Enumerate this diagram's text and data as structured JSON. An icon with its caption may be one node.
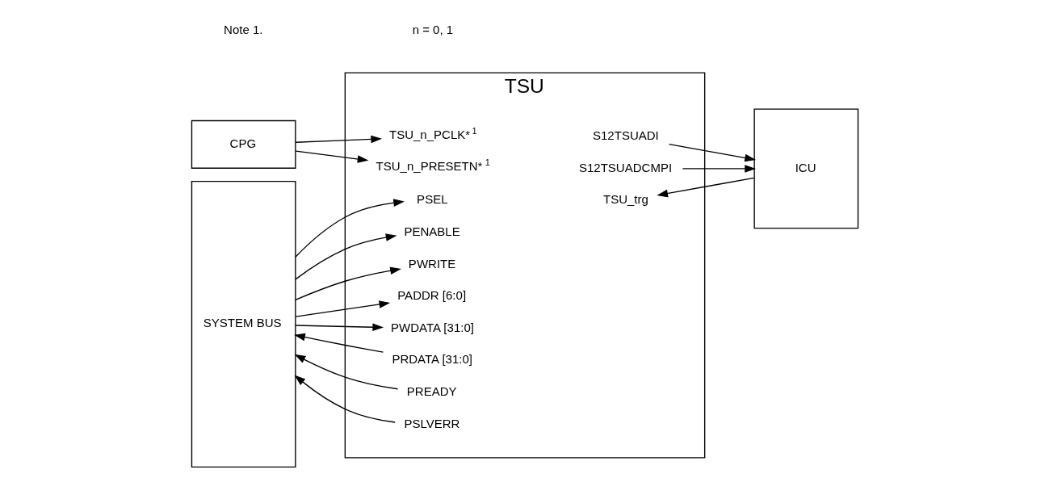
{
  "diagram": {
    "nodes": [
      {
        "text": [
          "TSU"
        ]
      },
      {
        "text": [
          "CPG"
        ]
      },
      {
        "text": [
          "SYSTEM BUS"
        ]
      },
      {
        "text": [
          "ICU"
        ]
      },
      {
        "text": [
          "TSU_n_PCLK*$^{1}$"
        ],
        "in": 0
      },
      {
        "text": [
          "TSU_n_PRESETN*$^{1}$"
        ],
        "in": 0
      },
      {
        "text": [
          "PSEL"
        ],
        "in": 0
      },
      {
        "text": [
          "PENABLE"
        ],
        "in": 0
      },
      {
        "text": [
          "PWRITE"
        ],
        "in": 0
      },
      {
        "text": [
          "PADDR [6:0]"
        ],
        "in": 0
      },
      {
        "text": [
          "PWDATA [31:0]"
        ],
        "in": 0
      },
      {
        "text": [
          "PRDATA [31:0]"
        ],
        "in": 0
      },
      {
        "text": [
          "PREADY"
        ],
        "in": 0
      },
      {
        "text": [
          "PSLVERR"
        ],
        "in": 0
      },
      {
        "text": [
          "S12TSUADI"
        ],
        "in": 0
      },
      {
        "text": [
          "S12TSUADCMPI"
        ],
        "in": 0
      },
      {
        "text": [
          "TSU_trg"
        ],
        "in": 0
      }
    ],
    "edges": [
      {
        "from": 1,
        "to": 4,
        "arrow": "to"
      },
      {
        "from": 1,
        "to": 5,
        "arrow": "to"
      },
      {
        "from": 2,
        "to": 6,
        "arrow": "to"
      },
      {
        "from": 2,
        "to": 7,
        "arrow": "to"
      },
      {
        "from": 2,
        "to": 8,
        "arrow": "to"
      },
      {
        "from": 2,
        "to": 9,
        "arrow": "to"
      },
      {
        "from": 2,
        "to": 10,
        "arrow": "to"
      },
      {
        "from": 11,
        "to": 2,
        "arrow": "to"
      },
      {
        "from": 12,
        "to": 2,
        "arrow": "to"
      },
      {
        "from": 13,
        "to": 2,
        "arrow": "to"
      },
      {
        "from": 14,
        "to": 3,
        "arrow": "to"
      },
      {
        "from": 15,
        "to": 3,
        "arrow": "to"
      },
      {
        "from": 3,
        "to": 16,
        "arrow": "to"
      }
    ],
    "labels": [
      "Note 1.",
      "n = 0, 1"
    ]
  }
}
